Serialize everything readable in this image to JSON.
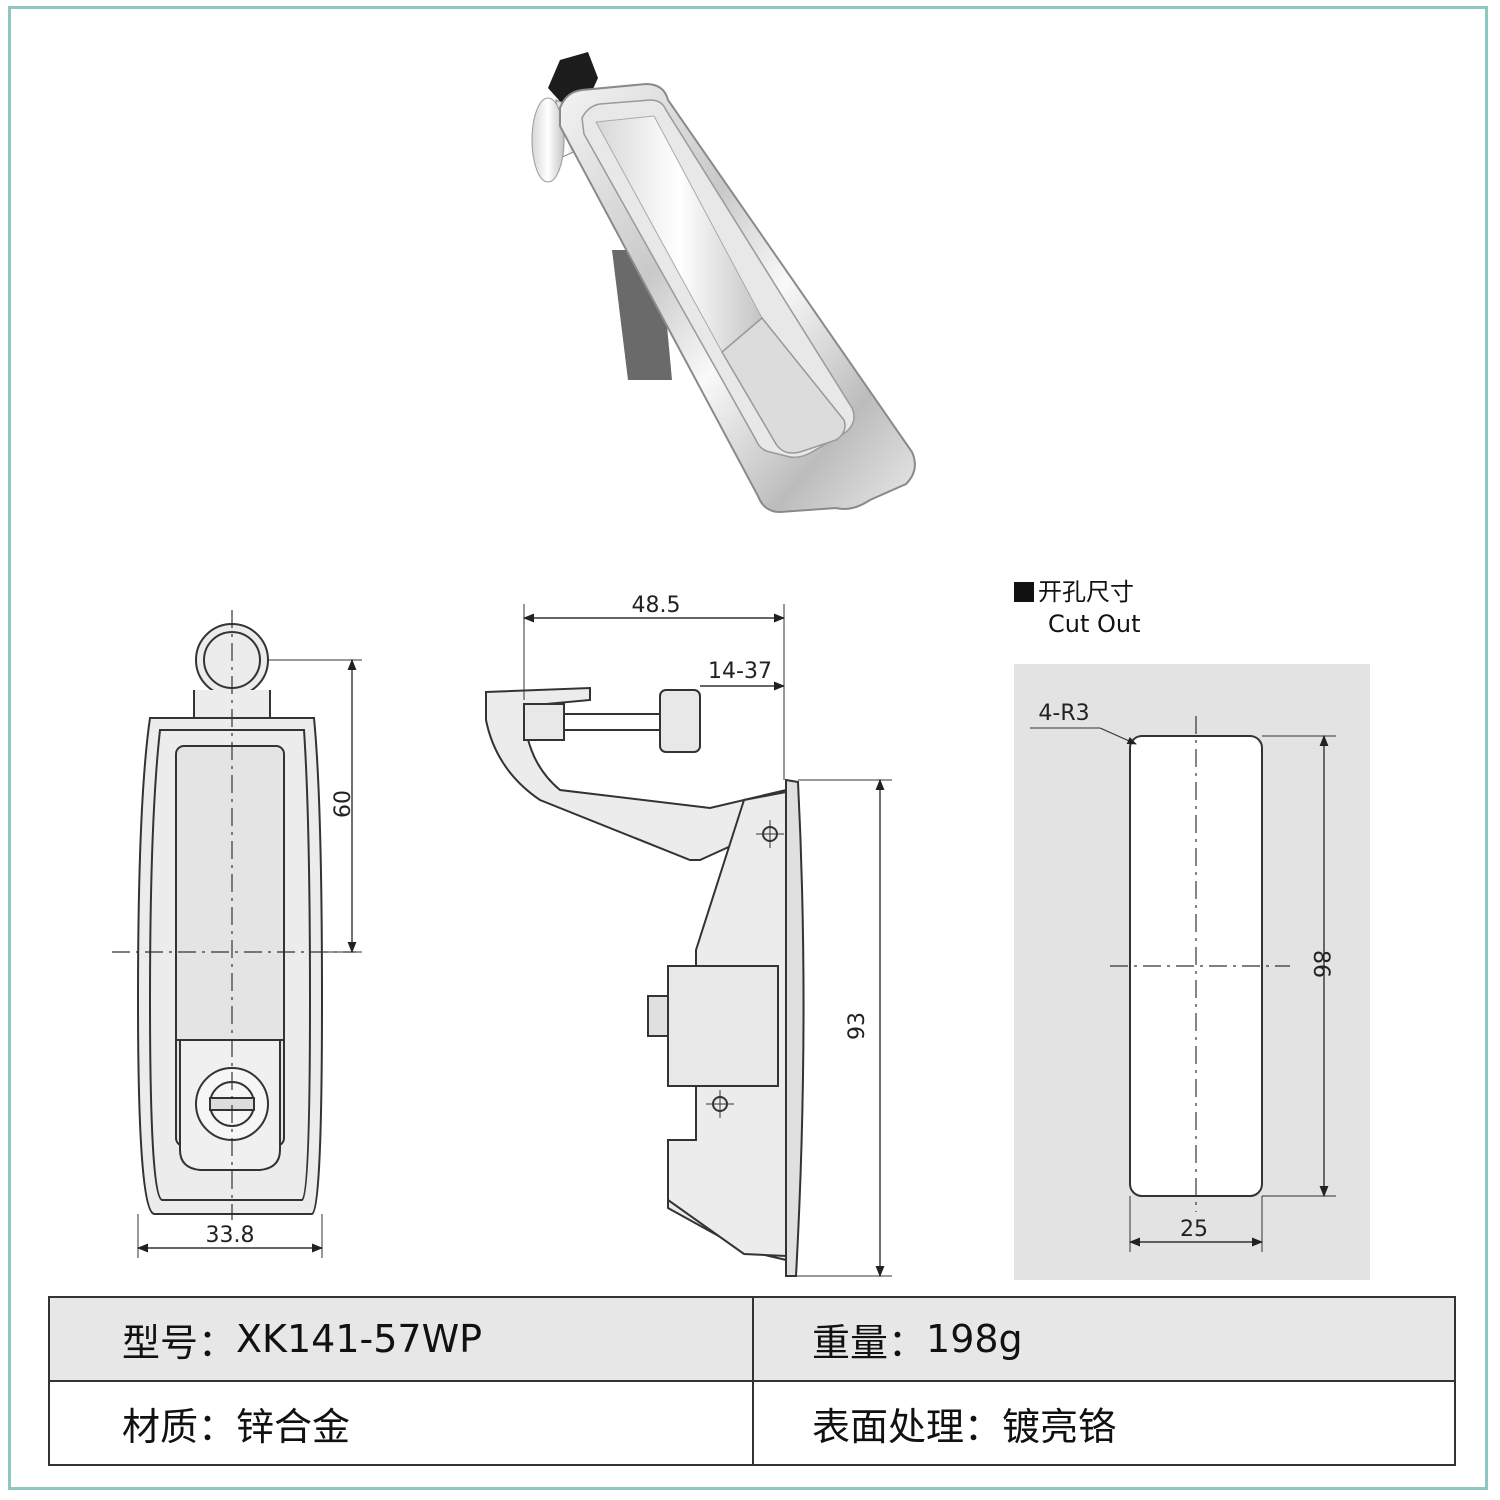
{
  "dimensions": {
    "front_width": "33.8",
    "front_height": "60",
    "side_width": "48.5",
    "side_range": "14-37",
    "side_height": "93",
    "cutout_corner": "4-R3",
    "cutout_height": "86",
    "cutout_width": "25"
  },
  "cutout": {
    "title_cn": "开孔尺寸",
    "title_en": "Cut Out"
  },
  "specs": {
    "model_label": "型号：",
    "model_value": "XK141-57WP",
    "weight_label": "重量：",
    "weight_value": "198g",
    "material_label": "材质：",
    "material_value": "锌合金",
    "finish_label": "表面处理：",
    "finish_value": "镀亮铬"
  },
  "colors": {
    "frame_border": "#8fc7c2",
    "cutout_panel": "#e3e3e3",
    "table_shade": "#e7e7e7"
  }
}
